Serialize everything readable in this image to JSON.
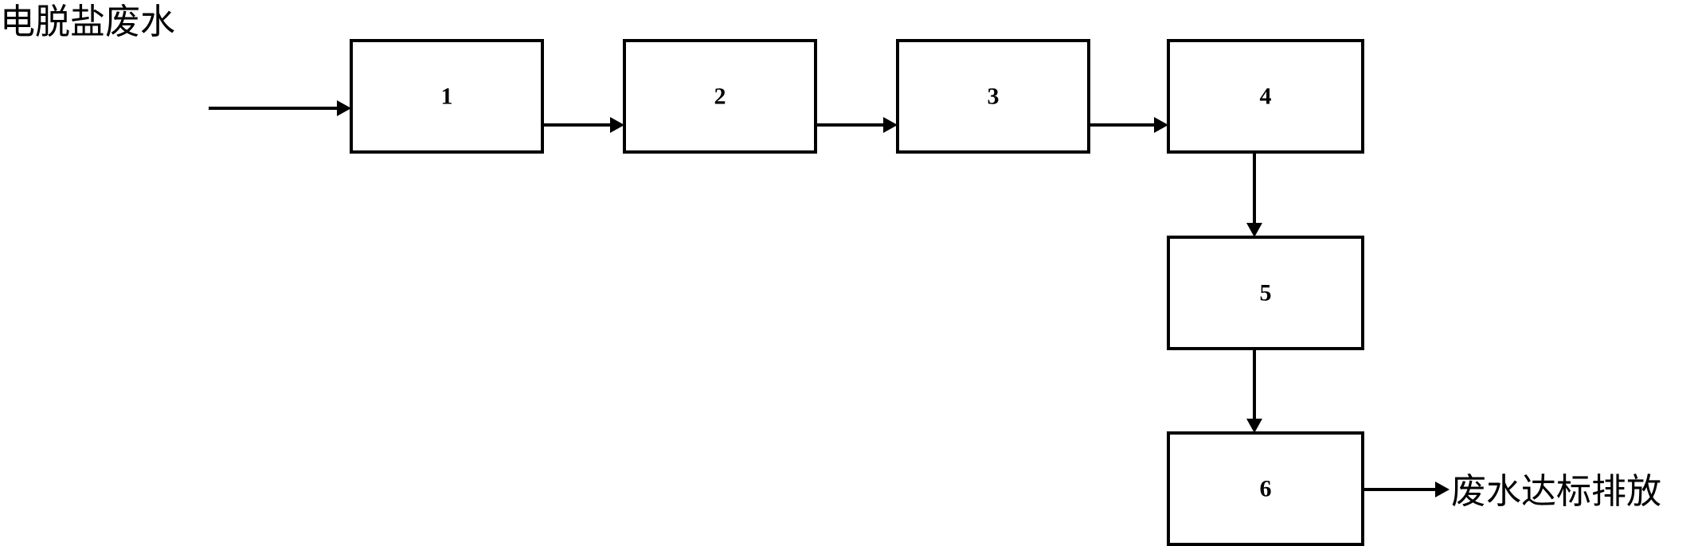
{
  "diagram": {
    "input_label": "电脱盐废水",
    "output_label": "废水达标排放",
    "steps": [
      {
        "id": "1",
        "label": "1"
      },
      {
        "id": "2",
        "label": "2"
      },
      {
        "id": "3",
        "label": "3"
      },
      {
        "id": "4",
        "label": "4"
      },
      {
        "id": "5",
        "label": "5"
      },
      {
        "id": "6",
        "label": "6"
      }
    ],
    "flow": [
      "input",
      "1",
      "2",
      "3",
      "4",
      "5",
      "6",
      "output"
    ],
    "colors": {
      "stroke": "#000000",
      "background": "#ffffff"
    }
  }
}
